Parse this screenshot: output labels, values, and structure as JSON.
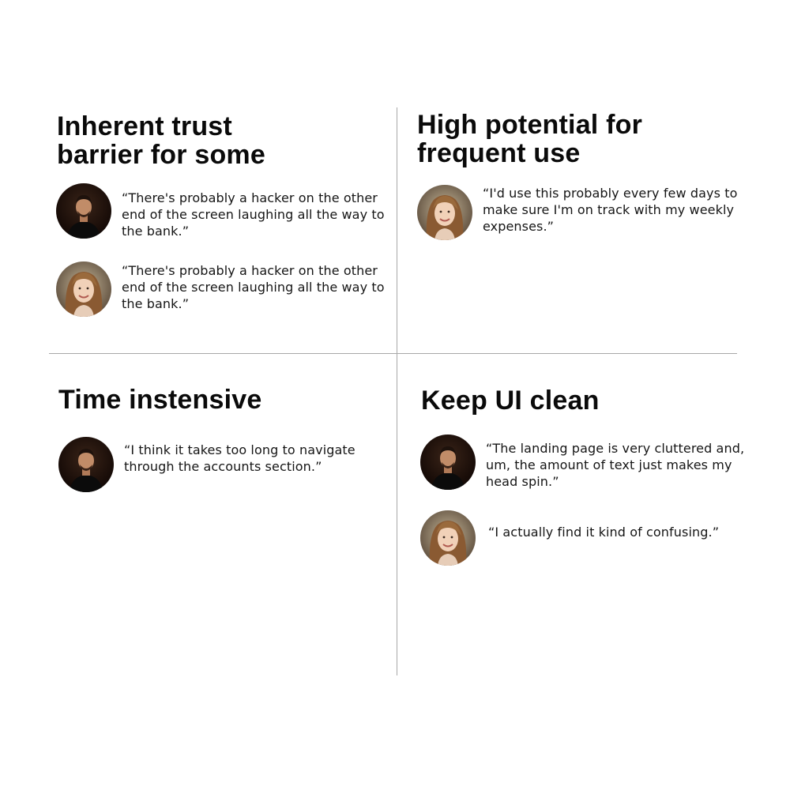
{
  "quadrants": [
    {
      "title_line1": "Inherent trust",
      "title_line2": "barrier for some",
      "quotes": [
        {
          "person": "man",
          "lines": [
            "“There's probably a hacker on the other",
            "end of the screen laughing all the way to",
            "the bank.”"
          ]
        },
        {
          "person": "woman",
          "lines": [
            "“There's probably a hacker on the other",
            "end of the screen laughing all the way to",
            "the bank.”"
          ]
        }
      ]
    },
    {
      "title_line1": "High potential for",
      "title_line2": "frequent use",
      "quotes": [
        {
          "person": "woman",
          "lines": [
            "“I'd use this probably every few days to",
            "make sure I'm on track with my weekly",
            "expenses.”"
          ]
        }
      ]
    },
    {
      "title_line1": "Time instensive",
      "quotes": [
        {
          "person": "man",
          "lines": [
            "“I think it takes too long to navigate",
            "through the accounts section.”"
          ]
        }
      ]
    },
    {
      "title_line1": "Keep UI clean",
      "quotes": [
        {
          "person": "man",
          "lines": [
            "“The landing page is very cluttered and,",
            "um, the amount of text just makes my",
            "head spin.”"
          ]
        },
        {
          "person": "woman",
          "lines": [
            "“I actually find it kind of confusing.”"
          ]
        }
      ]
    }
  ],
  "colors": {
    "divider": "#a8a8a8",
    "man_background": "#1b0e08",
    "woman_background": "#7a5a3a"
  }
}
